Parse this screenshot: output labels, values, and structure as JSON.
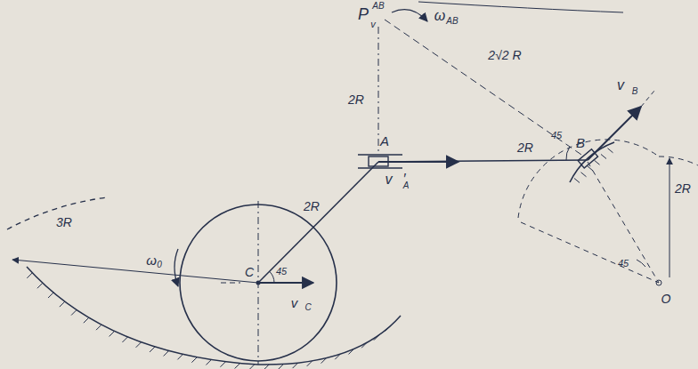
{
  "diagram": {
    "labels": [
      "P",
      "v",
      "AB",
      "ω",
      "AB",
      "2R",
      "2√2 R",
      "A",
      "2R",
      "B",
      "v⃗",
      "B",
      "45",
      "2R",
      "45",
      "O",
      "v⃗′",
      "A",
      "3R",
      "ω",
      "0",
      "C",
      "45",
      "2R",
      "v⃗",
      "C"
    ]
  }
}
